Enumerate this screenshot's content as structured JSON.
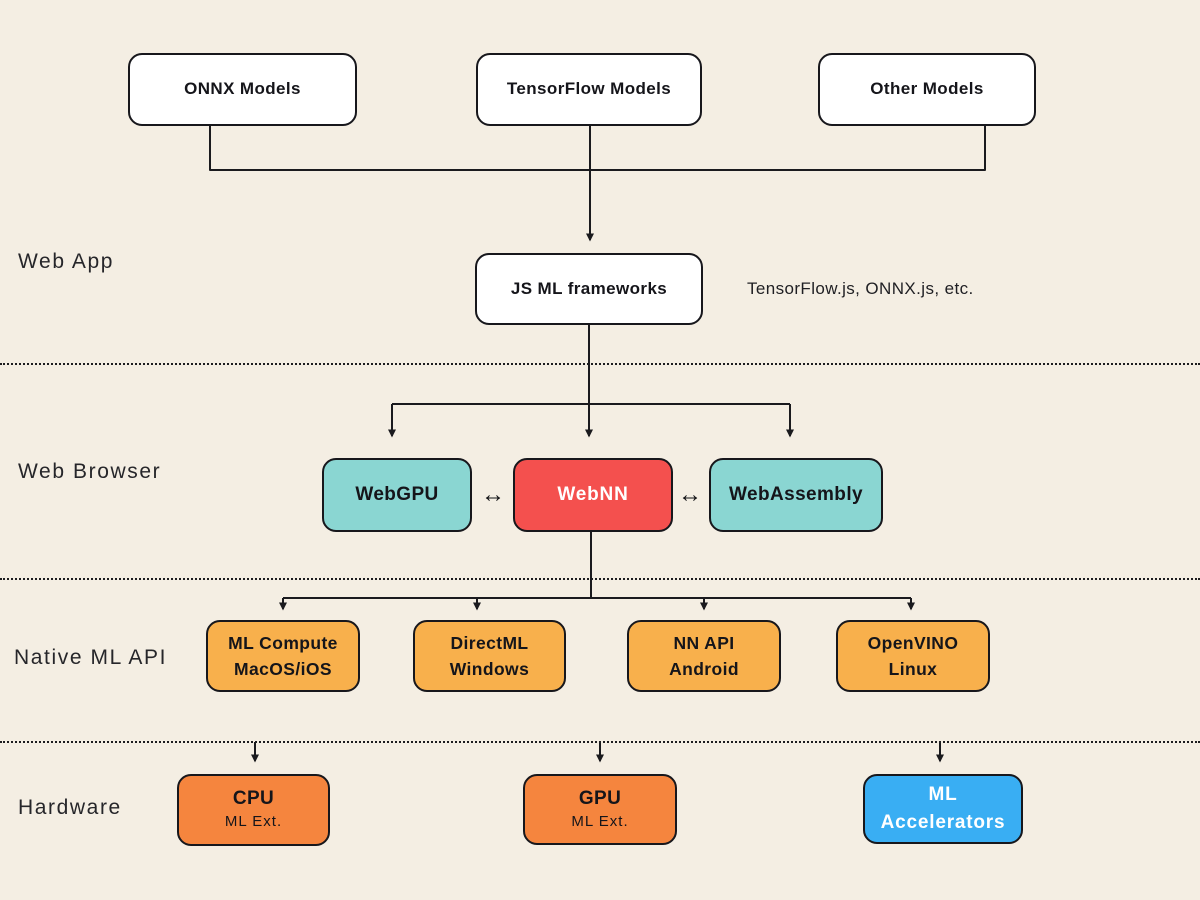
{
  "diagram": {
    "title_implicit": "WebNN browser ML stack",
    "layers": {
      "web_app": "Web App",
      "web_browser": "Web Browser",
      "native_ml_api": "Native ML API",
      "hardware": "Hardware"
    },
    "nodes": {
      "onnx": "ONNX Models",
      "tensorflow": "TensorFlow Models",
      "other": "Other Models",
      "js_ml": "JS ML frameworks",
      "webgpu": "WebGPU",
      "webnn": "WebNN",
      "webassembly": "WebAssembly",
      "ml_compute": {
        "line1": "ML Compute",
        "line2": "MacOS/iOS"
      },
      "directml": {
        "line1": "DirectML",
        "line2": "Windows"
      },
      "nnapi": {
        "line1": "NN API",
        "line2": "Android"
      },
      "openvino": {
        "line1": "OpenVINO",
        "line2": "Linux"
      },
      "cpu": {
        "line1": "CPU",
        "line2": "ML Ext."
      },
      "gpu": {
        "line1": "GPU",
        "line2": "ML Ext."
      },
      "ml_accelerators": {
        "line1": "ML",
        "line2": "Accelerators"
      }
    },
    "annotation": "TensorFlow.js, ONNX.js, etc.",
    "icons": {
      "bidirectional_arrow": "↔"
    },
    "colors": {
      "background": "#f4eee3",
      "node_white": "#ffffff",
      "node_teal": "#8ad6d2",
      "node_red": "#f4504e",
      "node_amber": "#f8b04c",
      "node_orange": "#f5853e",
      "node_blue": "#39aef3",
      "outline": "#17171c",
      "line": "#1a1a1e"
    }
  }
}
